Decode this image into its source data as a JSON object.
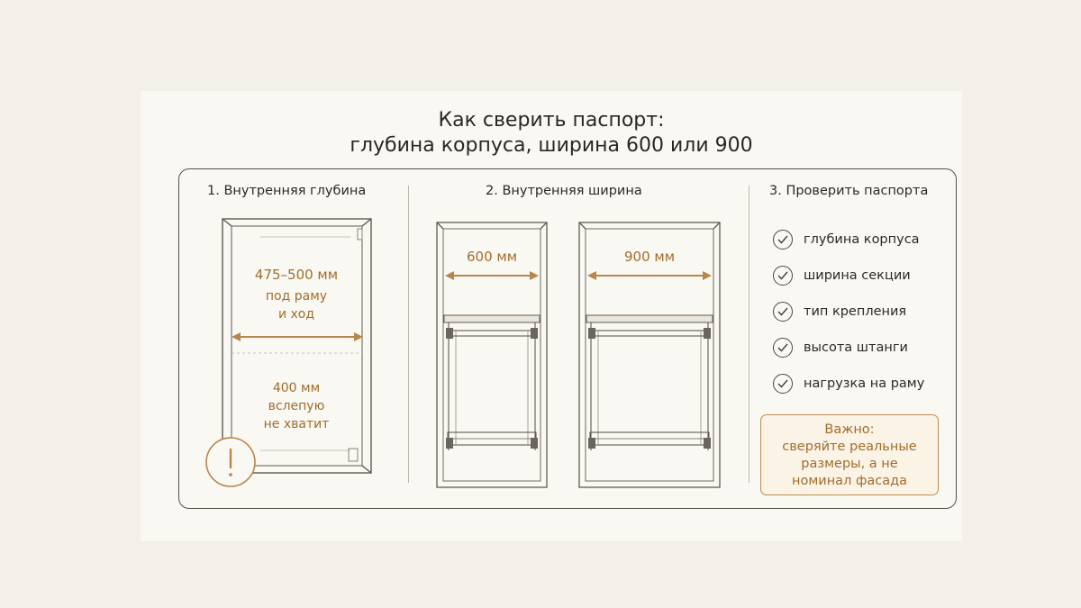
{
  "title": {
    "line1": "Как сверить паспорт:",
    "line2": "глубина корпуса, ширина 600 или 900"
  },
  "depth_section": {
    "heading": "1. Внутренняя глубина",
    "dimension": "475–500 мм",
    "dimension_note_1": "под раму",
    "dimension_note_2": "и ход",
    "warn_value": "400 мм",
    "warn_note_1": "вслепую",
    "warn_note_2": "не хватит",
    "warning_icon": "exclamation-icon"
  },
  "width_section": {
    "heading": "2. Внутренняя ширина",
    "cabinets": [
      {
        "label": "600 мм"
      },
      {
        "label": "900 мм"
      }
    ]
  },
  "passport_section": {
    "heading": "3. Проверить паспорта",
    "check_icon": "check-circle-icon",
    "items": [
      "глубина корпуса",
      "ширина секции",
      "тип крепления",
      "высота штанги",
      "нагрузка на раму"
    ],
    "note": {
      "line1": "Важно:",
      "line2": "сверяйте реальные",
      "line3": "размеры, а не",
      "line4": "номинал фасада"
    }
  },
  "colors": {
    "accent": "#b8864a",
    "line": "#55514b",
    "background": "#faf8f3"
  }
}
